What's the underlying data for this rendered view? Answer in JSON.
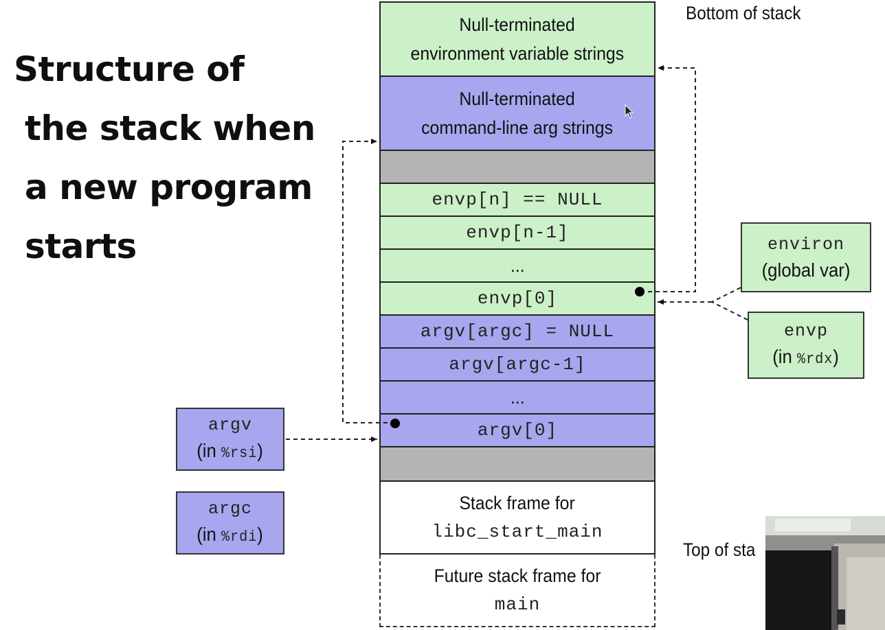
{
  "title": {
    "line1": "Structure of",
    "line2": "the stack when",
    "line3": "a new program",
    "line4": "starts"
  },
  "labels": {
    "bottom": "Bottom of stack",
    "top": "Top of sta"
  },
  "stack": {
    "env_strings_1": "Null-terminated",
    "env_strings_2": "environment variable strings",
    "arg_strings_1": "Null-terminated",
    "arg_strings_2": "command-line arg strings",
    "envp_n": "envp[n] == NULL",
    "envp_n1": "envp[n-1]",
    "envp_dots": "...",
    "envp_0": "envp[0]",
    "argv_argc": "argv[argc] = NULL",
    "argv_argc1": "argv[argc-1]",
    "argv_dots": "...",
    "argv_0": "argv[0]",
    "libc_frame_1": "Stack frame for",
    "libc_frame_2": "libc_start_main",
    "main_frame_1": "Future stack frame for",
    "main_frame_2": "main"
  },
  "side_boxes": {
    "environ_mono": "environ",
    "environ_text": "(global var)",
    "envp_mono": "envp",
    "envp_pre": "(in ",
    "envp_reg": "%rdx",
    "envp_post": ")",
    "argv_mono": "argv",
    "argv_pre": "(in ",
    "argv_reg": "%rsi",
    "argv_post": ")",
    "argc_mono": "argc",
    "argc_pre": "(in ",
    "argc_reg": "%rdi",
    "argc_post": ")"
  },
  "colors": {
    "green": "#ccf0c8",
    "blue": "#a7a6ee",
    "gray": "#b4b4b4"
  }
}
